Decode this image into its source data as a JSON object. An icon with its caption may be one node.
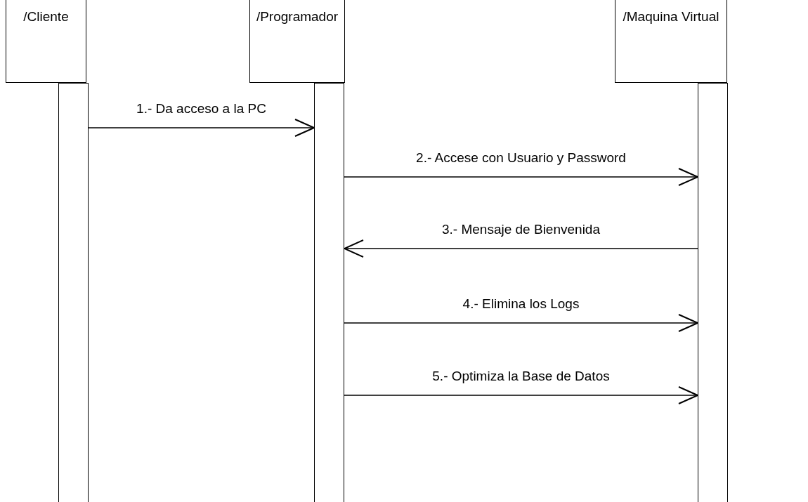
{
  "diagram": {
    "nodes": [
      {
        "text": [
          "/Cliente"
        ]
      },
      {
        "text": [
          "/Programador"
        ]
      },
      {
        "text": [
          "/Maquina Virtual"
        ]
      },
      {
        "text": [],
        "shape": "bar"
      },
      {
        "text": [],
        "shape": "bar"
      },
      {
        "text": [],
        "shape": "bar"
      }
    ],
    "edges": [
      {
        "from": 3,
        "to": 4,
        "arrow": "to",
        "label": "1.- Da acceso a la PC"
      },
      {
        "from": 4,
        "to": 5,
        "arrow": "to",
        "label": "2.- Accese con Usuario y Password"
      },
      {
        "from": 5,
        "to": 4,
        "arrow": "to",
        "label": "3.- Mensaje de Bienvenida"
      },
      {
        "from": 4,
        "to": 5,
        "arrow": "to",
        "label": "4.- Elimina los Logs"
      },
      {
        "from": 4,
        "to": 5,
        "arrow": "to",
        "label": "5.- Optimiza la Base de Datos"
      }
    ]
  }
}
